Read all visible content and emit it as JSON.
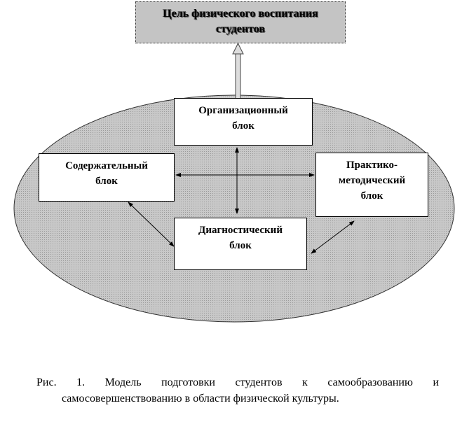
{
  "goal": {
    "line1": "Цель физического воспитания",
    "line2": "студентов"
  },
  "blocks": {
    "organizational": {
      "line1": "Организационный",
      "line2": "блок"
    },
    "content": {
      "line1": "Содержательный",
      "line2": "блок"
    },
    "practical": {
      "line1": "Практико-",
      "line2": "методический",
      "line3": "блок"
    },
    "diagnostic": {
      "line1": "Диагностический",
      "line2": "блок"
    }
  },
  "caption": {
    "line1": "Рис. 1. Модель подготовки студентов к самообразованию и",
    "line2": "самосовершенствованию в области физической культуры."
  },
  "colors": {
    "ellipse": "#c0c0c0",
    "goal_box": "#c4c4c4"
  }
}
